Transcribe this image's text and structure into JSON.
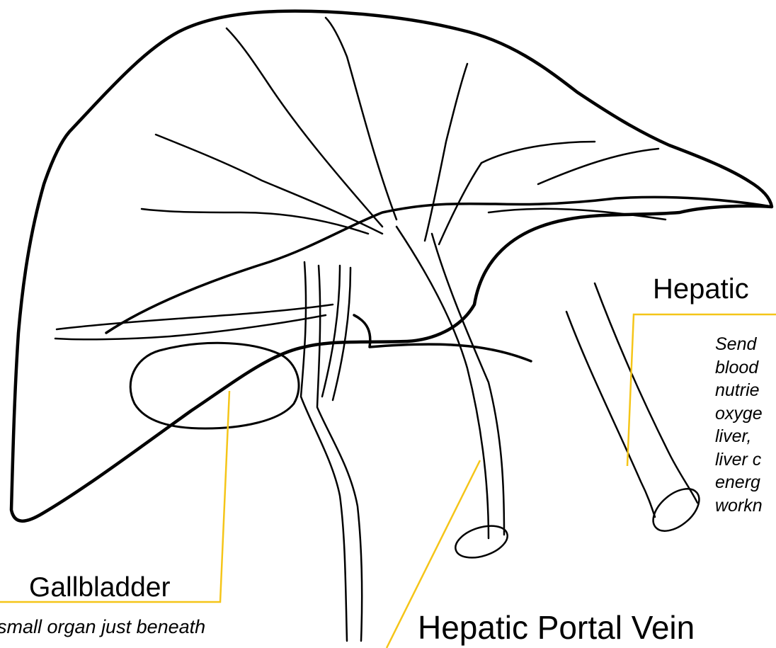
{
  "labels": {
    "hepatic_artery": {
      "title": "Hepatic",
      "description_lines": [
        "Send",
        "blood",
        "nutrie",
        "oxyge",
        "liver,",
        "liver c",
        "energ",
        "workn"
      ]
    },
    "gallbladder": {
      "title": "Gallbladder",
      "description": "small organ just beneath"
    },
    "hepatic_portal_vein": {
      "title": "Hepatic Portal Vein"
    }
  },
  "colors": {
    "outline": "#000000",
    "leader_line": "#f5c518",
    "background": "#ffffff"
  }
}
